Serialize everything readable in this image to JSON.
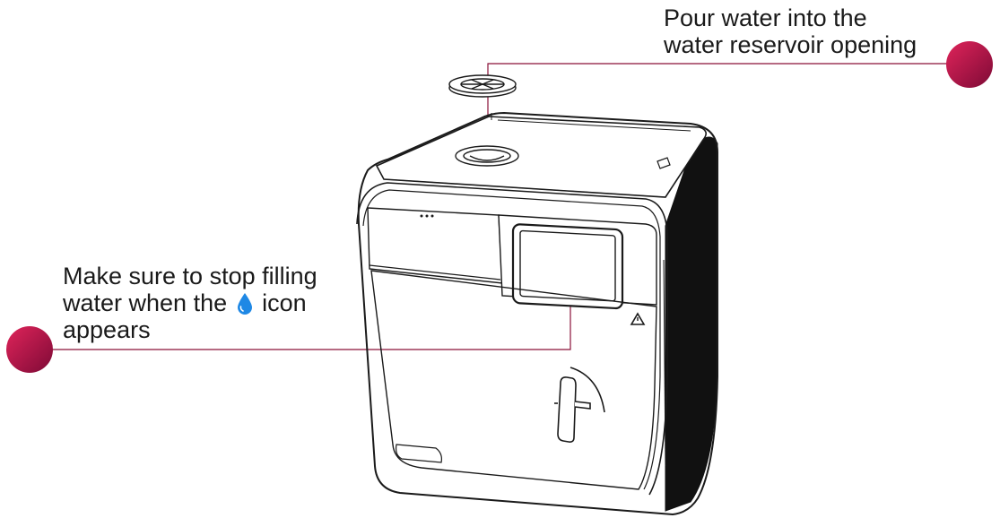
{
  "callouts": {
    "reservoir": {
      "line1": "Pour water into the",
      "line2": "water reservoir opening"
    },
    "stop_filling": {
      "line1": "Make sure to stop filling",
      "line2_before": "water when the",
      "line2_after": "icon",
      "line3": "appears",
      "inline_icon": "water-drop-icon"
    }
  },
  "colors": {
    "accent_start": "#d11a4b",
    "accent_end": "#8a0b3a",
    "leader_line": "#8a1238",
    "drop_icon": "#1e88e5",
    "outline": "#1a1a1a",
    "side_panel": "#111111"
  }
}
